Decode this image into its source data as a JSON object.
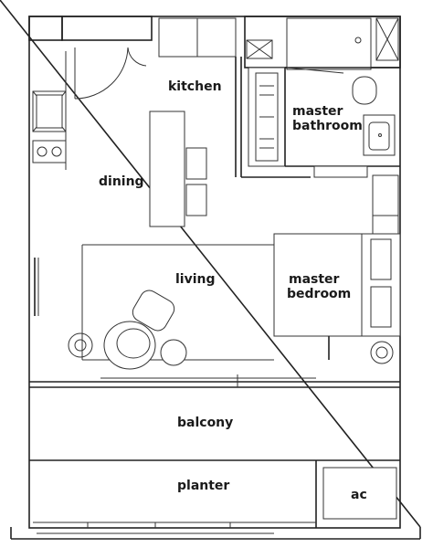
{
  "rooms": {
    "kitchen": "kitchen",
    "dining": "dining",
    "master_bathroom_line1": "master",
    "master_bathroom_line2": "bathroom",
    "living": "living",
    "master_bedroom_line1": "master",
    "master_bedroom_line2": "bedroom",
    "balcony": "balcony",
    "planter": "planter",
    "ac": "ac"
  },
  "colors": {
    "line": "#222222",
    "background": "#ffffff"
  }
}
